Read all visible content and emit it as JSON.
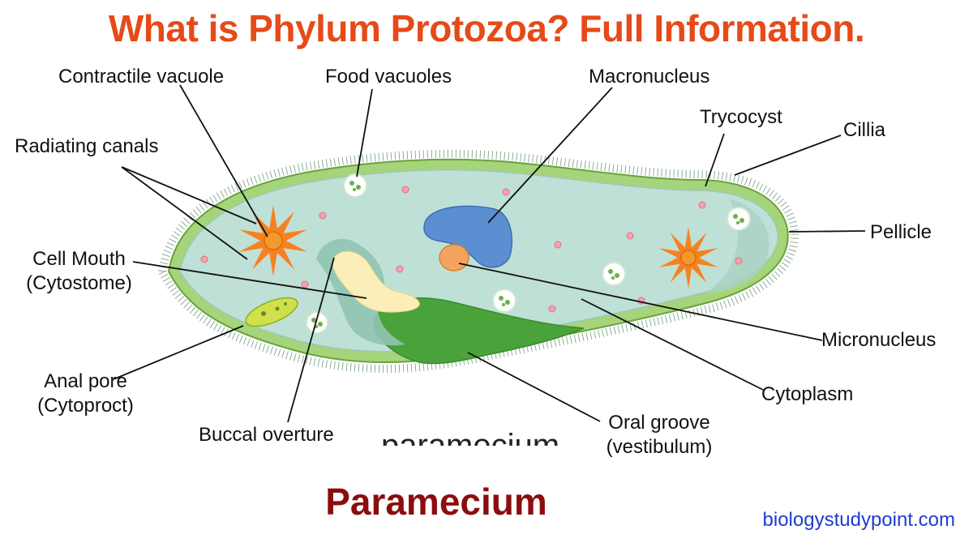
{
  "title": "What is Phylum Protozoa? Full Information.",
  "labels": {
    "contractile_vacuole": "Contractile vacuole",
    "food_vacuoles": "Food vacuoles",
    "macronucleus": "Macronucleus",
    "trycocyst": "Trycocyst",
    "cillia": "Cillia",
    "radiating_canals": "Radiating canals",
    "pellicle": "Pellicle",
    "cell_mouth": "Cell Mouth",
    "cytostome": "(Cytostome)",
    "micronucleus": "Micronucleus",
    "anal_pore": "Anal pore",
    "cytoproct": "(Cytoproct)",
    "cytoplasm": "Cytoplasm",
    "buccal_overture": "Buccal overture",
    "oral_groove": "Oral groove",
    "vestibulum": "(vestibulum)"
  },
  "watermark_text": "paramecium",
  "caption": "Paramecium",
  "site": "biologystudypoint.com",
  "colors": {
    "title": "#e64a19",
    "caption": "#8b0d0d",
    "site": "#1e3cd2",
    "membrane": "#8cc84b",
    "cytoplasm": "#bfe0d6",
    "macronucleus": "#5b8fd1",
    "micronucleus": "#f4a460",
    "contractile_vacuole": "#f7811e",
    "oral_groove": "#4aa33a",
    "buccal_cavity": "#fbeeb8"
  }
}
